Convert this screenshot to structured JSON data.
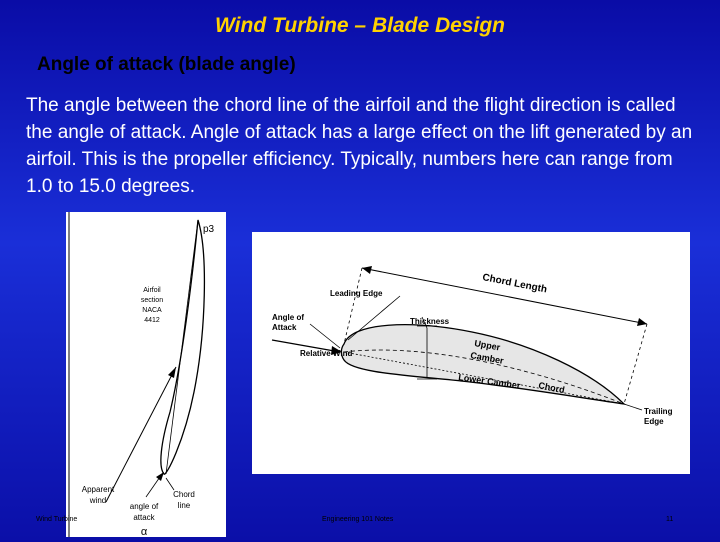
{
  "slide": {
    "title": "Wind Turbine – Blade Design",
    "subtitle": "Angle of attack (blade angle)",
    "body": "The angle between the chord line of the airfoil and the flight direction is called the angle of attack. Angle of attack has a large effect on the lift generated by an airfoil. This is the propeller efficiency. Typically, numbers here can range from 1.0 to 15.0 degrees."
  },
  "left_figure": {
    "label_p3": "p3",
    "airfoil_label_1": "Airfoil",
    "airfoil_label_2": "section",
    "airfoil_label_3": "NACA",
    "airfoil_label_4": "4412",
    "apparent_wind_1": "Apparent",
    "apparent_wind_2": "wind",
    "angle_label_1": "angle of",
    "angle_label_2": "attack",
    "alpha": "α",
    "chord_line_1": "Chord",
    "chord_line_2": "line"
  },
  "right_figure": {
    "chord_length": "Chord Length",
    "leading_edge": "Leading Edge",
    "angle_of_attack_1": "Angle of",
    "angle_of_attack_2": "Attack",
    "thickness": "Thickness",
    "relative_wind": "Relative Wind",
    "upper_camber_1": "Upper",
    "upper_camber_2": "Camber",
    "lower_camber": "Lower Camber",
    "chord": "Chord",
    "trailing_edge_1": "Trailing",
    "trailing_edge_2": "Edge"
  },
  "footer": {
    "left": "Wind Turbine",
    "center": "Engineering 101 Notes",
    "page": "11"
  }
}
